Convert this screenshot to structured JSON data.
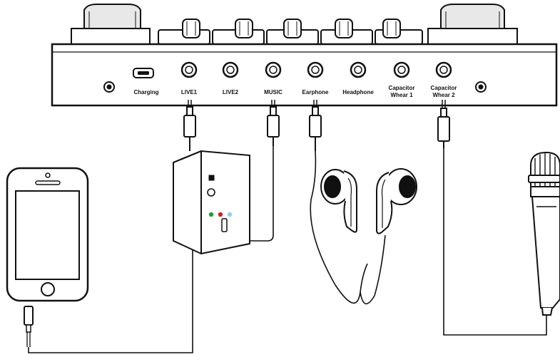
{
  "ports": [
    {
      "id": "charging",
      "lines": [
        "Charging"
      ]
    },
    {
      "id": "live1",
      "lines": [
        "LIVE1"
      ]
    },
    {
      "id": "live2",
      "lines": [
        "LIVE2"
      ]
    },
    {
      "id": "music",
      "lines": [
        "MUSIC"
      ]
    },
    {
      "id": "earphone",
      "lines": [
        "Earphone"
      ]
    },
    {
      "id": "headphone",
      "lines": [
        "Headphone"
      ]
    },
    {
      "id": "capacitor-wheat-1",
      "lines": [
        "Capacitor",
        "Whear 1"
      ]
    },
    {
      "id": "capacitor-wheat-2",
      "lines": [
        "Capacitor",
        "Whear 2"
      ]
    }
  ],
  "devices": [
    {
      "id": "smartphone",
      "icon": "smartphone-icon"
    },
    {
      "id": "speaker",
      "icon": "speaker-icon"
    },
    {
      "id": "earphones",
      "icon": "earphones-icon"
    },
    {
      "id": "microphone",
      "icon": "microphone-icon"
    }
  ],
  "colors": {
    "line": "#111111",
    "background": "#ffffff",
    "speaker_led_green": "#1a9d3c",
    "speaker_led_red": "#d42020",
    "speaker_led_blue": "#8fd0ee"
  }
}
